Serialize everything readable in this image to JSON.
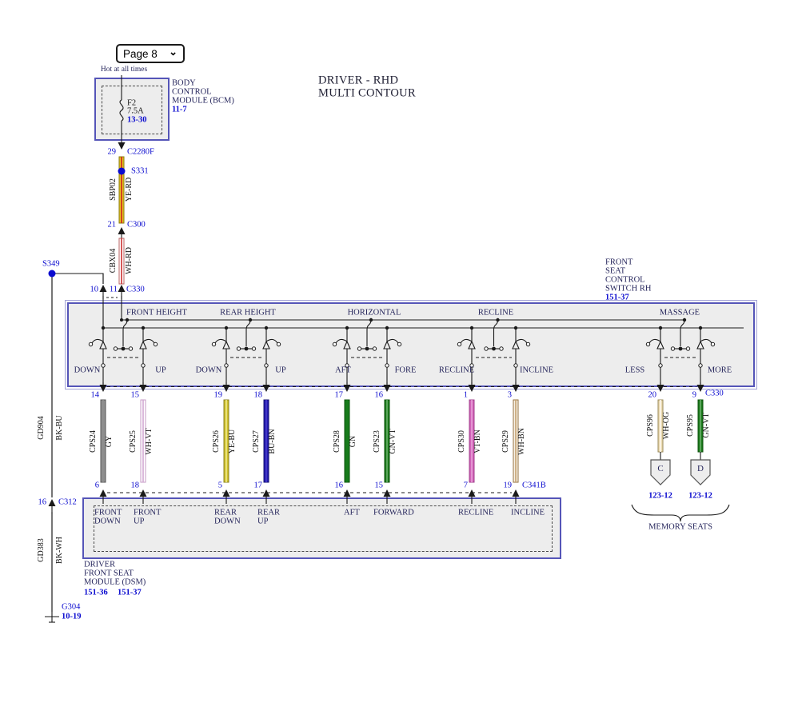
{
  "colors": {
    "accent_blue": "#0b0bcf",
    "box_border": "#5555b8",
    "box_fill": "#ededed",
    "label_dark": "#26265c",
    "bk_bu_stripe": "#2a2aa8",
    "bk_wh_stripe": "#ffffff",
    "ye_rd_base": "#e6c51f",
    "ye_rd_stripe": "#cc2222",
    "wh_rd_base": "#ffffff",
    "wh_rd_stripe": "#cc3030"
  },
  "page_selector": {
    "value": "Page 8",
    "chevron": "⌄"
  },
  "title": {
    "line1": "DRIVER - RHD",
    "line2": "MULTI CONTOUR"
  },
  "power": {
    "hot_label": "Hot at all times",
    "fuse_name": "F2",
    "fuse_rating": "7.5A",
    "fuse_ref": "13-30",
    "bcm_lines": [
      "BODY",
      "CONTROL",
      "MODULE (BCM)"
    ],
    "bcm_ref": "11-7",
    "pin29": "29",
    "c2280f": "C2280F",
    "s331": "S331",
    "sbp02": "SBP02",
    "ye_rd": "YE-RD",
    "pin21": "21",
    "c300": "C300",
    "cbx04": "CBX04",
    "wh_rd": "WH-RD",
    "pin10": "10",
    "pin11": "11"
  },
  "ground": {
    "s349": "S349",
    "gd904": "GD904",
    "bk_bu": "BK-BU",
    "pin16": "16",
    "c312": "C312",
    "gd383": "GD383",
    "bk_wh": "BK-WH",
    "g304": "G304",
    "g304_ref": "10-19"
  },
  "switch": {
    "name_lines": [
      "FRONT",
      "SEAT",
      "CONTROL",
      "SWITCH RH"
    ],
    "ref": "151-37",
    "connector": "C330",
    "sections": [
      {
        "label": "FRONT HEIGHT",
        "left": "DOWN",
        "right": "UP"
      },
      {
        "label": "REAR HEIGHT",
        "left": "DOWN",
        "right": "UP"
      },
      {
        "label": "HORIZONTAL",
        "left": "AFT",
        "right": "FORE"
      },
      {
        "label": "RECLINE",
        "left": "RECLINE",
        "right": "INCLINE"
      },
      {
        "label": "MASSAGE",
        "left": "LESS",
        "right": "MORE"
      }
    ]
  },
  "wires": [
    {
      "pin_top": "14",
      "circuit": "CPS24",
      "color": "GY",
      "pin_bottom": "6",
      "base": "#8f8f8f",
      "stripe": "#8f8f8f"
    },
    {
      "pin_top": "15",
      "circuit": "CPS25",
      "color": "WH-VT",
      "pin_bottom": "18",
      "base": "#ffffff",
      "stripe": "#d2a8d2"
    },
    {
      "pin_top": "19",
      "circuit": "CPS26",
      "color": "YE-BU",
      "pin_bottom": "5",
      "base": "#cfc02a",
      "stripe": "#efe98e"
    },
    {
      "pin_top": "18",
      "circuit": "CPS27",
      "color": "BU-BN",
      "pin_bottom": "17",
      "base": "#2319b0",
      "stripe": "#4a40c8"
    },
    {
      "pin_top": "17",
      "circuit": "CPS28",
      "color": "GN",
      "pin_bottom": "16",
      "base": "#187c1d",
      "stripe": "#187c1d"
    },
    {
      "pin_top": "16",
      "circuit": "CPS23",
      "color": "GN-VT",
      "pin_bottom": "15",
      "base": "#1d7a1d",
      "stripe": "#6ab06a"
    },
    {
      "pin_top": "1",
      "circuit": "CPS30",
      "color": "VT-BN",
      "pin_bottom": "7",
      "base": "#d263b8",
      "stripe": "#e8a0d8"
    },
    {
      "pin_top": "3",
      "circuit": "CPS29",
      "color": "WH-BN",
      "pin_bottom": "19",
      "base": "#f6f1e6",
      "stripe": "#c3a06e"
    },
    {
      "pin_top": "20",
      "circuit": "CPS96",
      "color": "WH-OG",
      "base": "#ead9b0",
      "stripe": "#fdf8ee"
    },
    {
      "pin_top": "9",
      "circuit": "CPS95",
      "color": "GN-VT",
      "base": "#1d7a1d",
      "stripe": "#6ab06a"
    }
  ],
  "dsm": {
    "connector": "C341B",
    "inputs": [
      {
        "l1": "FRONT",
        "l2": "DOWN"
      },
      {
        "l1": "FRONT",
        "l2": "UP"
      },
      {
        "l1": "REAR",
        "l2": "DOWN"
      },
      {
        "l1": "REAR",
        "l2": "UP"
      },
      {
        "l1": "AFT",
        "l2": ""
      },
      {
        "l1": "FORWARD",
        "l2": ""
      },
      {
        "l1": "RECLINE",
        "l2": ""
      },
      {
        "l1": "INCLINE",
        "l2": ""
      }
    ],
    "name_lines": [
      "DRIVER",
      "FRONT SEAT",
      "MODULE (DSM)"
    ],
    "ref1": "151-36",
    "ref2": "151-37"
  },
  "memory": {
    "conn_c": "C",
    "conn_d": "D",
    "ref_c": "123-12",
    "ref_d": "123-12",
    "label": "MEMORY SEATS"
  }
}
